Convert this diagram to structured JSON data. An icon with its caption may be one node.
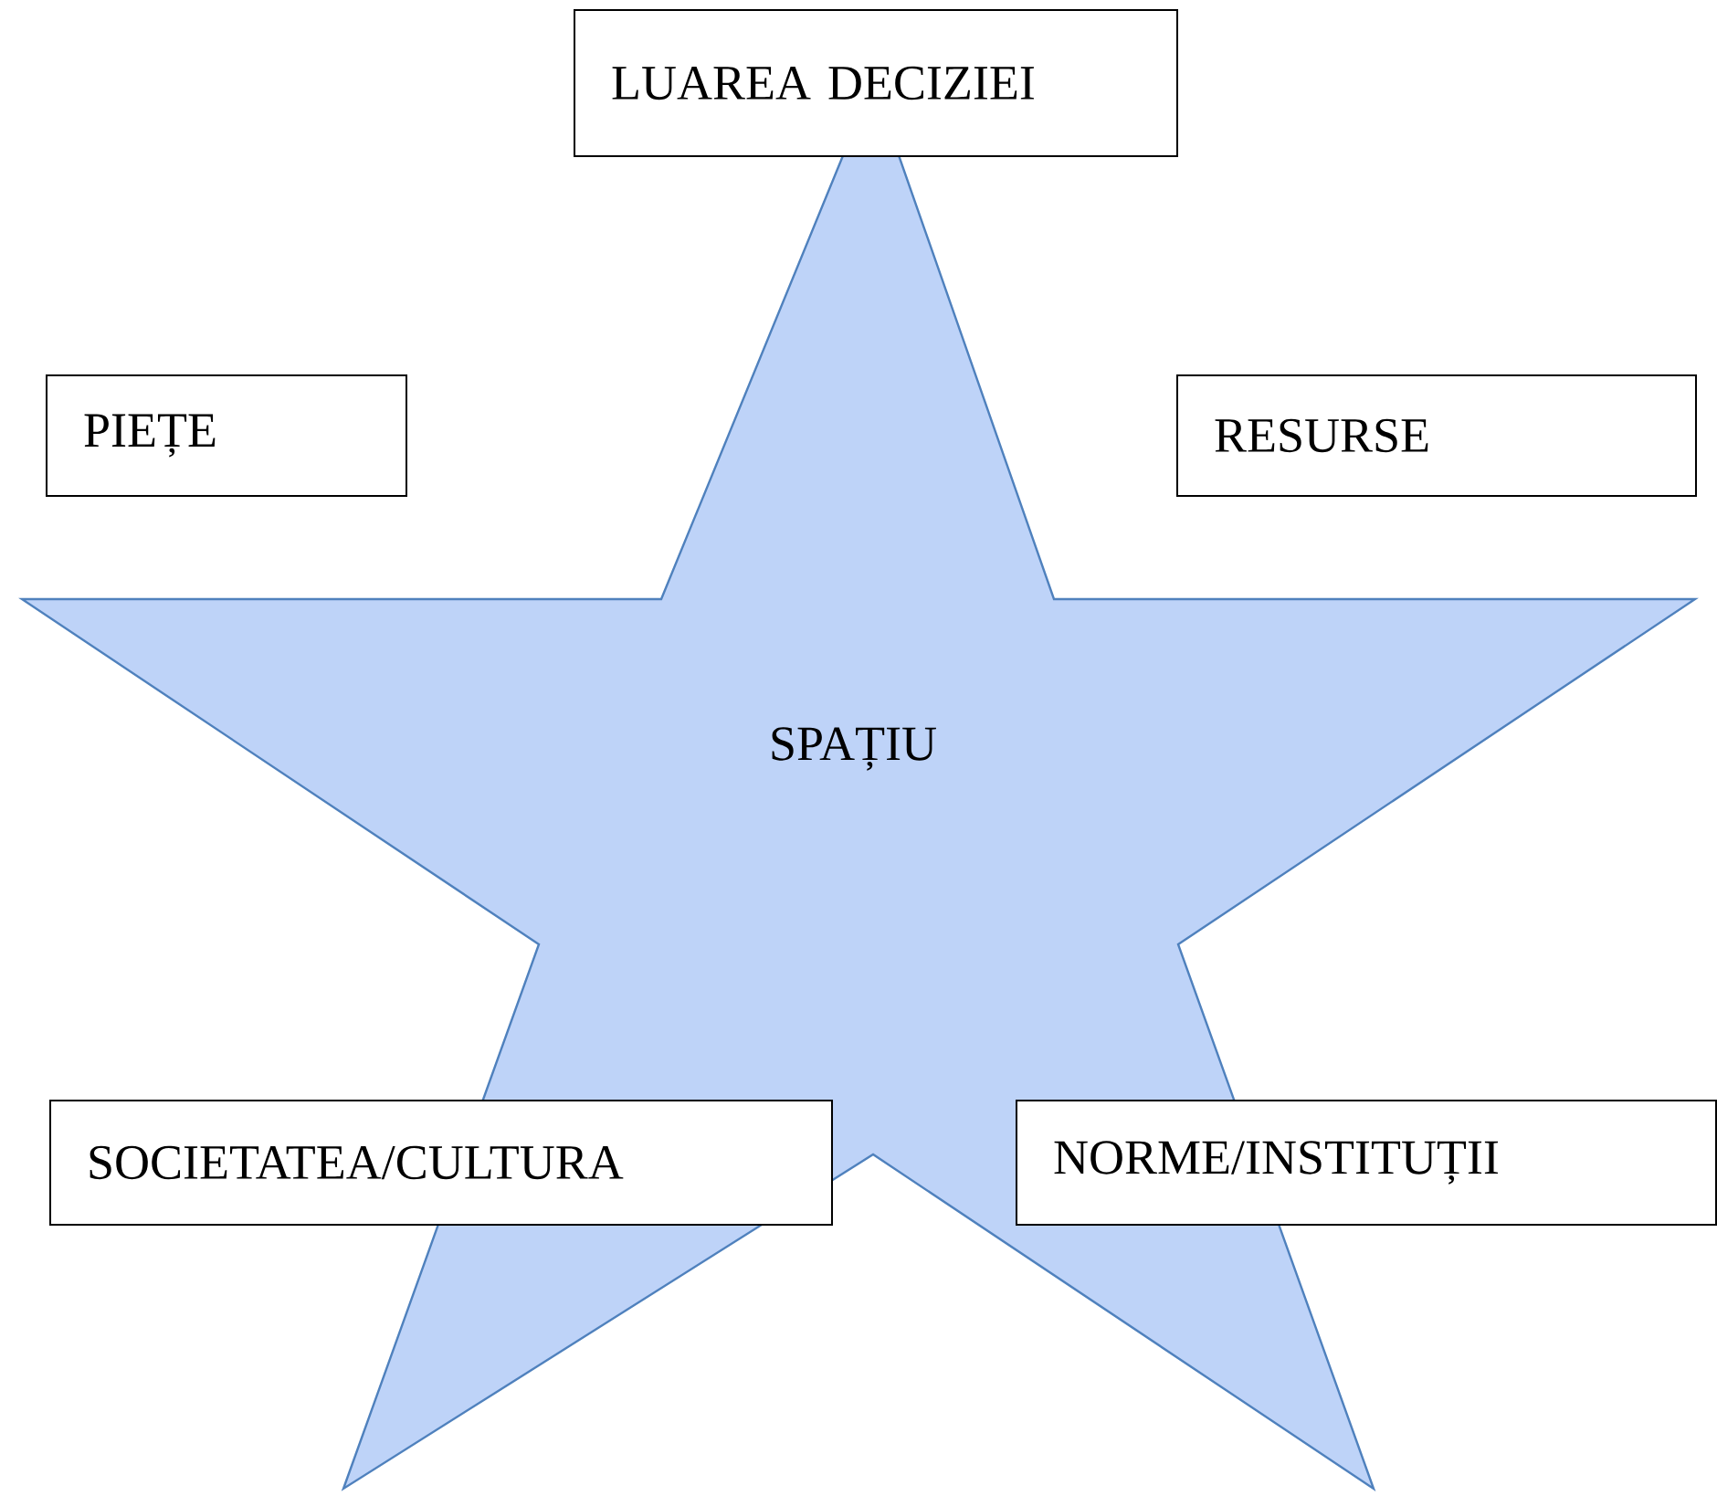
{
  "diagram": {
    "nodes": [
      {
        "text": [
          "LUAREA DECIZIEI"
        ]
      },
      {
        "text": [
          "PIEȚE"
        ]
      },
      {
        "text": [
          "RESURSE"
        ]
      },
      {
        "text": [
          "SPAȚIU"
        ]
      },
      {
        "text": [
          "SOCIETATEA/CULTURA"
        ]
      },
      {
        "text": [
          "NORME/INSTITUȚII"
        ]
      }
    ],
    "edges": []
  }
}
